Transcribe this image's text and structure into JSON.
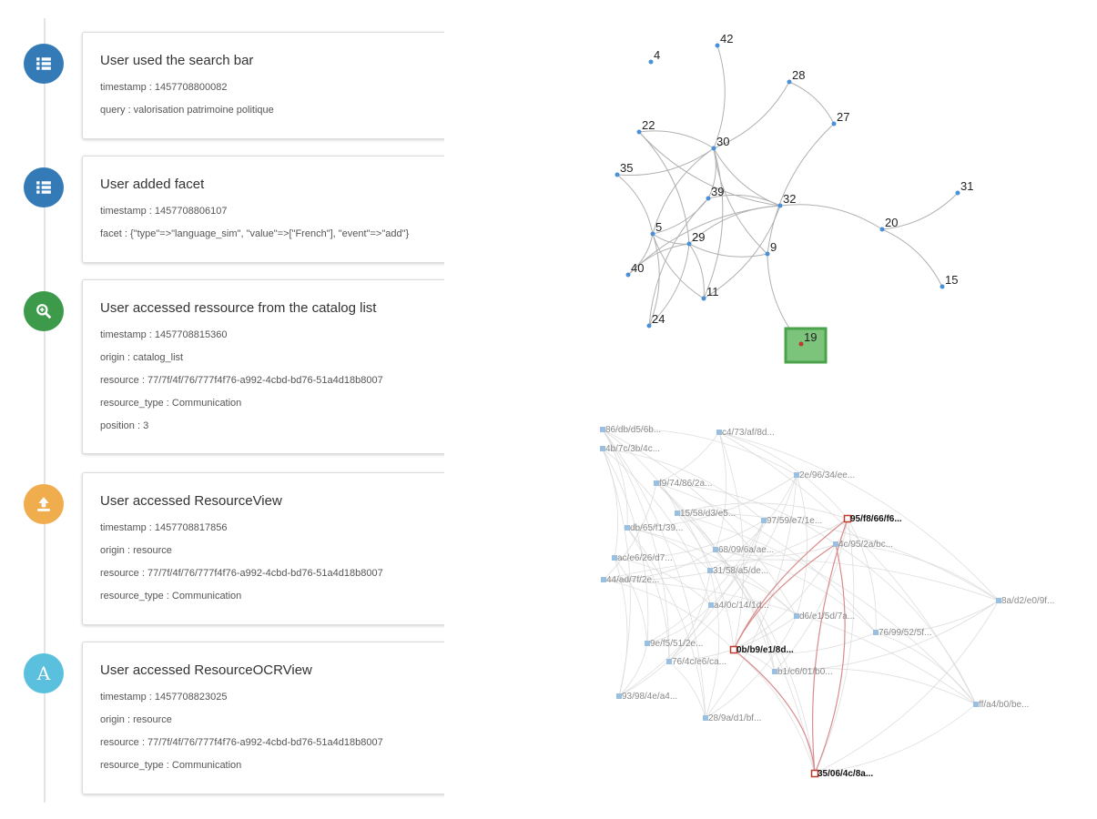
{
  "timeline": {
    "events": [
      {
        "icon": "list-icon",
        "color": "#337ab7",
        "title": "User used the search bar",
        "props": [
          "timestamp : 1457708800082",
          "query : valorisation patrimoine politique"
        ]
      },
      {
        "icon": "list-icon",
        "color": "#337ab7",
        "title": "User added facet",
        "props": [
          "timestamp : 1457708806107",
          "facet : {\"type\"=>\"language_sim\", \"value\"=>[\"French\"], \"event\"=>\"add\"}"
        ]
      },
      {
        "icon": "zoom-icon",
        "color": "#3c9a4a",
        "title": "User accessed ressource from the catalog list",
        "props": [
          "timestamp : 1457708815360",
          "origin : catalog_list",
          "resource : 77/7f/4f/76/777f4f76-a992-4cbd-bd76-51a4d18b8007",
          "resource_type : Communication",
          "position : 3"
        ]
      },
      {
        "icon": "upload-icon",
        "color": "#f0ad4e",
        "title": "User accessed ResourceView",
        "props": [
          "timestamp : 1457708817856",
          "origin : resource",
          "resource : 77/7f/4f/76/777f4f76-a992-4cbd-bd76-51a4d18b8007",
          "resource_type : Communication"
        ]
      },
      {
        "icon": "letter-a-icon",
        "color": "#5bc0de",
        "letter": "A",
        "title": "User accessed ResourceOCRView",
        "props": [
          "timestamp : 1457708823025",
          "origin : resource",
          "resource : 77/7f/4f/76/777f4f76-a992-4cbd-bd76-51a4d18b8007",
          "resource_type : Communication"
        ]
      }
    ]
  },
  "session_graph": {
    "nodes": [
      {
        "id": "4"
      },
      {
        "id": "42"
      },
      {
        "id": "28"
      },
      {
        "id": "27"
      },
      {
        "id": "22"
      },
      {
        "id": "30"
      },
      {
        "id": "35"
      },
      {
        "id": "39"
      },
      {
        "id": "32"
      },
      {
        "id": "31"
      },
      {
        "id": "20"
      },
      {
        "id": "5"
      },
      {
        "id": "29"
      },
      {
        "id": "9"
      },
      {
        "id": "40"
      },
      {
        "id": "11"
      },
      {
        "id": "15"
      },
      {
        "id": "24"
      },
      {
        "id": "19",
        "selected": true
      }
    ],
    "edges": [
      [
        "42",
        "30"
      ],
      [
        "30",
        "28"
      ],
      [
        "28",
        "27"
      ],
      [
        "27",
        "9"
      ],
      [
        "22",
        "30"
      ],
      [
        "22",
        "32"
      ],
      [
        "22",
        "29"
      ],
      [
        "35",
        "30"
      ],
      [
        "35",
        "5"
      ],
      [
        "30",
        "32"
      ],
      [
        "30",
        "39"
      ],
      [
        "30",
        "5"
      ],
      [
        "30",
        "11"
      ],
      [
        "30",
        "9"
      ],
      [
        "39",
        "5"
      ],
      [
        "39",
        "24"
      ],
      [
        "39",
        "32"
      ],
      [
        "32",
        "29"
      ],
      [
        "32",
        "20"
      ],
      [
        "32",
        "40"
      ],
      [
        "32",
        "11"
      ],
      [
        "20",
        "31"
      ],
      [
        "20",
        "15"
      ],
      [
        "5",
        "29"
      ],
      [
        "5",
        "40"
      ],
      [
        "5",
        "11"
      ],
      [
        "5",
        "24"
      ],
      [
        "29",
        "9"
      ],
      [
        "29",
        "11"
      ],
      [
        "29",
        "40"
      ],
      [
        "29",
        "24"
      ],
      [
        "9",
        "19"
      ]
    ],
    "colors": {
      "node": "#4a90d9",
      "edge": "#b0b0b0",
      "selected_fill": "#7cc47c",
      "selected_border": "#4aa34a",
      "selected_node": "#c0392b"
    }
  },
  "resource_graph": {
    "nodes": [
      {
        "label": "86/db/d5/6b..."
      },
      {
        "label": "c4/73/af/8d..."
      },
      {
        "label": "4b/7c/3b/4c..."
      },
      {
        "label": "f9/74/86/2a..."
      },
      {
        "label": "2e/96/34/ee..."
      },
      {
        "label": "15/58/d3/e5..."
      },
      {
        "label": "97/59/e7/1e..."
      },
      {
        "label": "95/f8/66/f6...",
        "highlight": true
      },
      {
        "label": "db/65/f1/39..."
      },
      {
        "label": "4c/95/2a/bc..."
      },
      {
        "label": "ac/e6/26/d7..."
      },
      {
        "label": "68/09/6a/ae..."
      },
      {
        "label": "31/58/a5/de..."
      },
      {
        "label": "44/ad/7f/2e..."
      },
      {
        "label": "a4/0c/14/1d..."
      },
      {
        "label": "8a/d2/e0/9f..."
      },
      {
        "label": "d6/e1/5d/7a..."
      },
      {
        "label": "76/99/52/5f..."
      },
      {
        "label": "9e/f5/51/2e..."
      },
      {
        "label": "0b/b9/e1/8d...",
        "highlight": true
      },
      {
        "label": "76/4c/e6/ca..."
      },
      {
        "label": "b1/c6/01/b0..."
      },
      {
        "label": "93/98/4e/a4..."
      },
      {
        "label": "ff/a4/b0/be..."
      },
      {
        "label": "28/9a/d1/bf..."
      },
      {
        "label": "35/06/4c/8a...",
        "highlight": true
      }
    ],
    "colors": {
      "node": "#9bbfe0",
      "edge": "#d6d6d6",
      "label": "#8a8a8a",
      "highlight": "#c0392b",
      "highlight_edge": "#d98c8c"
    }
  }
}
